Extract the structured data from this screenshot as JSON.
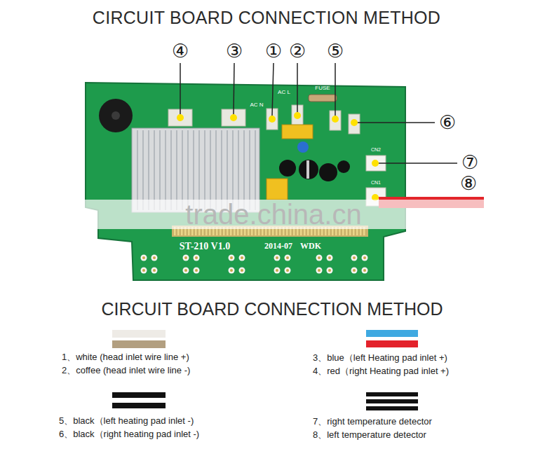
{
  "diagram": {
    "title": "CIRCUIT BOARD CONNECTION METHOD",
    "labels": [
      "④",
      "③",
      "①",
      "②",
      "⑤",
      "⑥",
      "⑦",
      "⑧",
      "trade.china.cn",
      "AC N",
      "AC L",
      "FUSE",
      "CN2",
      "CN1",
      "ST-210 V1.0",
      "2014-07",
      "WDK",
      "CIRCUIT BOARD CONNECTION METHOD"
    ],
    "legend": [
      {
        "text": "1、white (head inlet wire line +)",
        "color": "#eeebe6"
      },
      {
        "text": "2、coffee (head inlet wire line -)",
        "color": "#b29f80"
      },
      {
        "text": "3、blue（left Heating pad inlet +)",
        "color": "#3fa9e1"
      },
      {
        "text": "4、red（right Heating pad inlet +)",
        "color": "#e3222b"
      },
      {
        "text": "5、black（left heating pad inlet -)",
        "color": "#111111"
      },
      {
        "text": "6、black（right heating pad inlet -)",
        "color": "#111111"
      },
      {
        "text": "7、right temperature detector",
        "color": "#111111"
      },
      {
        "text": "8、left temperature detector",
        "color": "#111111"
      }
    ]
  }
}
